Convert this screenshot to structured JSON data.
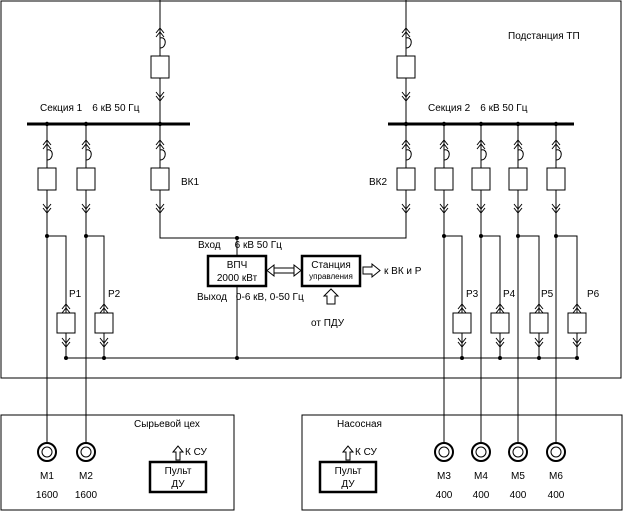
{
  "substation": {
    "title": "Подстанция ТП"
  },
  "sections": {
    "s1": {
      "name": "Секция 1",
      "voltage": "6 кВ 50 Гц"
    },
    "s2": {
      "name": "Секция 2",
      "voltage": "6 кВ 50 Гц"
    }
  },
  "breakers": {
    "vk1": "ВК1",
    "vk2": "ВК2"
  },
  "vfd": {
    "input_label": "Вход",
    "input_value": "6 кВ 50 Гц",
    "name": "ВПЧ",
    "power": "2000 кВт",
    "output_label": "Выход",
    "output_value": "0-6 кВ, 0-50 Гц"
  },
  "control_station": {
    "line1": "Станция",
    "line2": "управления",
    "to_label": "к ВК и Р",
    "from_label": "от ПДУ"
  },
  "switches": {
    "p1": "Р1",
    "p2": "Р2",
    "p3": "Р3",
    "p4": "Р4",
    "p5": "Р5",
    "p6": "Р6"
  },
  "raw_shop": {
    "title": "Сырьевой цех",
    "motors": [
      {
        "name": "М1",
        "power": "1600"
      },
      {
        "name": "М2",
        "power": "1600"
      }
    ],
    "panel": {
      "line1": "Пульт",
      "line2": "ДУ",
      "to_label": "К СУ"
    }
  },
  "pump_station": {
    "title": "Насосная",
    "motors": [
      {
        "name": "М3",
        "power": "400"
      },
      {
        "name": "М4",
        "power": "400"
      },
      {
        "name": "М5",
        "power": "400"
      },
      {
        "name": "М6",
        "power": "400"
      }
    ],
    "panel": {
      "line1": "Пульт",
      "line2": "ДУ",
      "to_label": "К СУ"
    }
  }
}
